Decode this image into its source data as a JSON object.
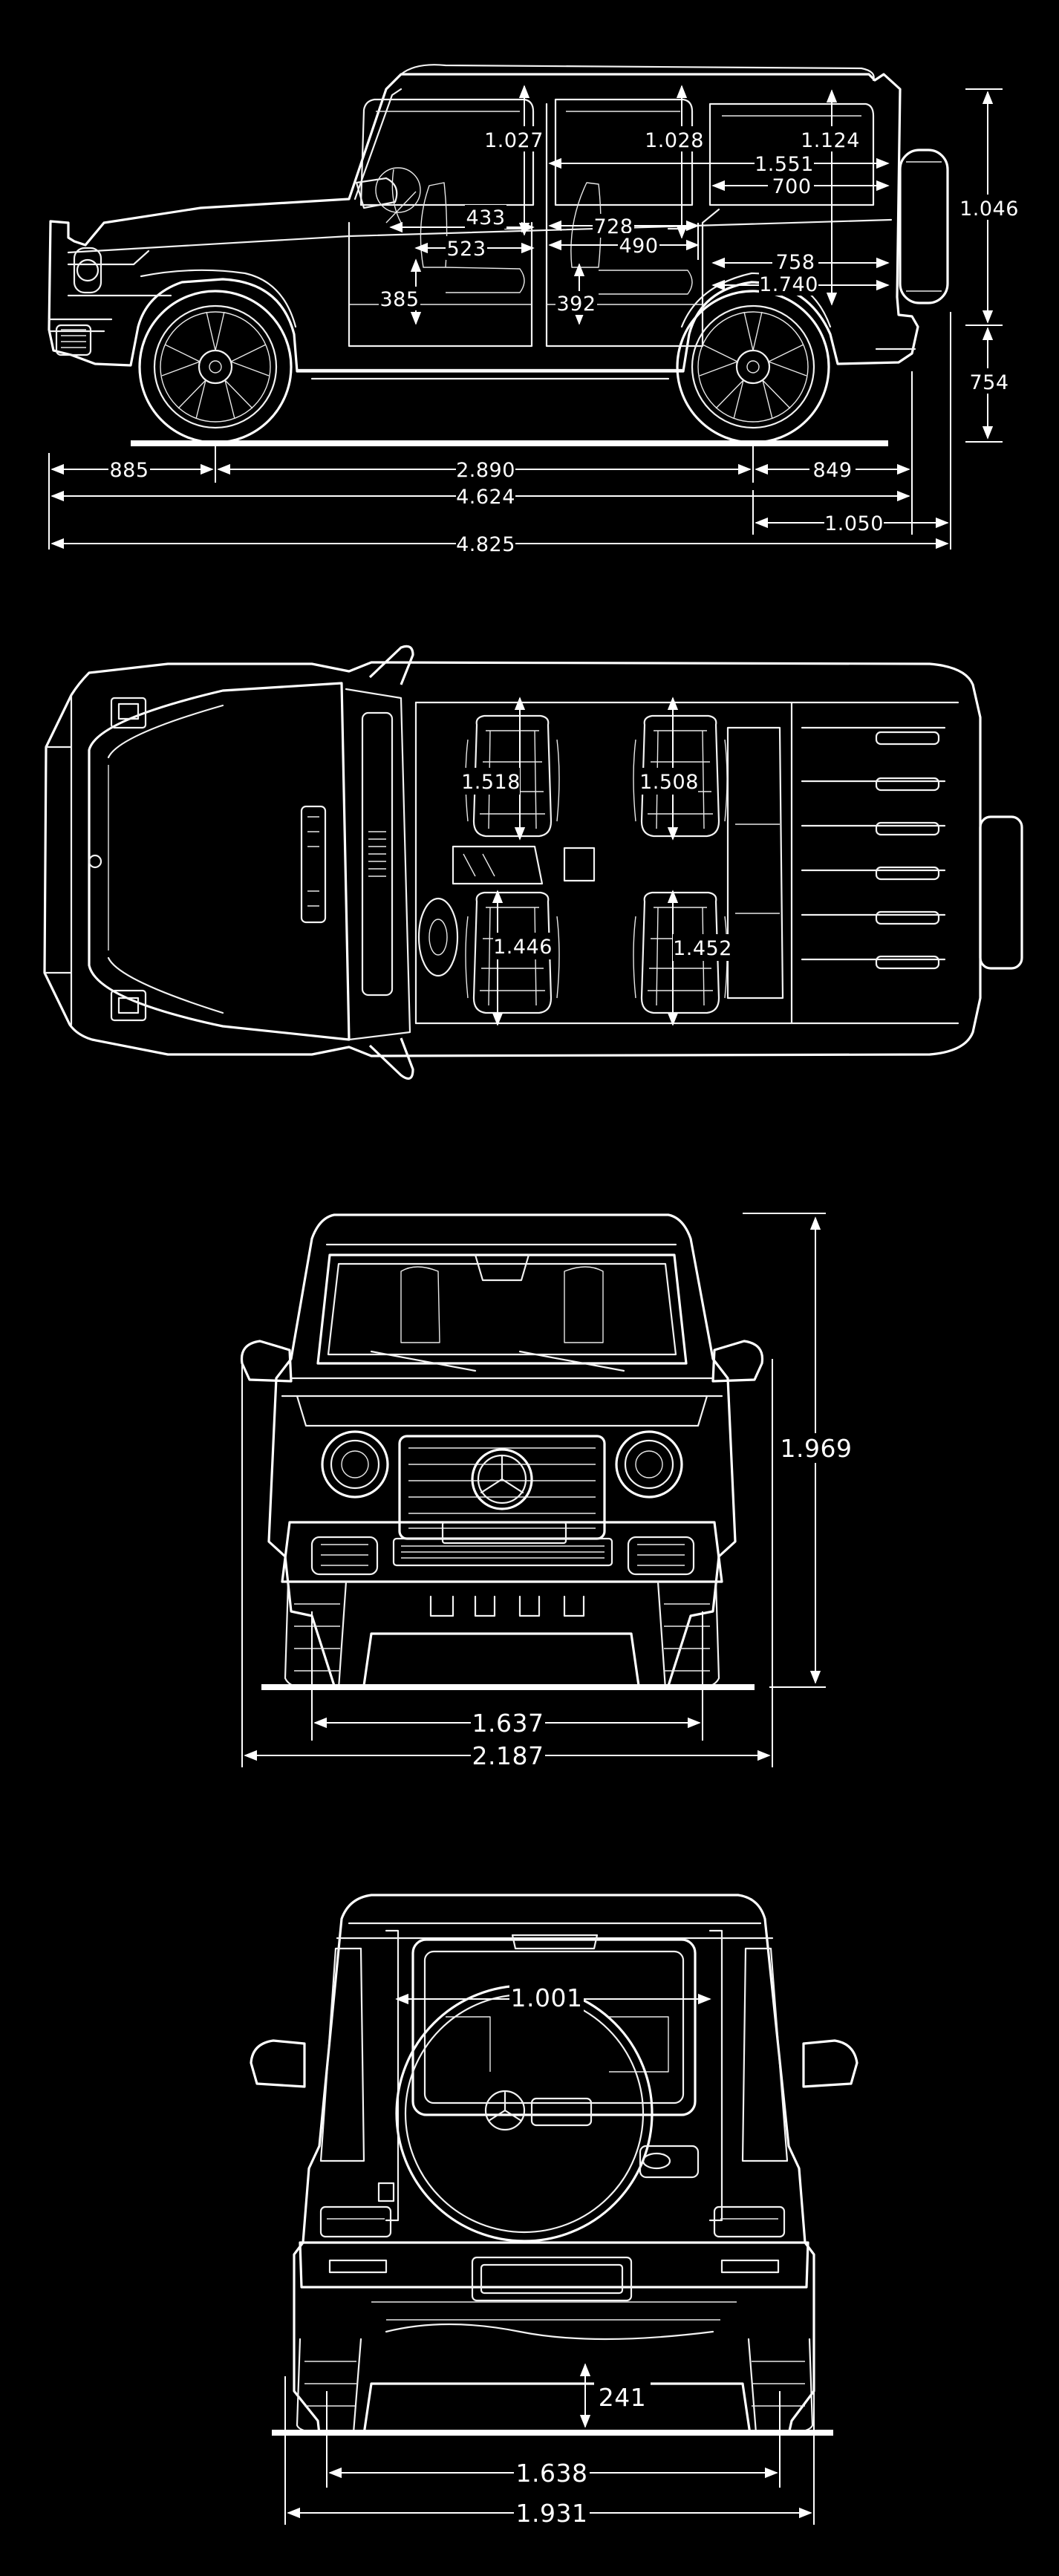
{
  "colors": {
    "background": "#000000",
    "line": "#ffffff"
  },
  "views": {
    "side": {
      "dims": {
        "headroom_front": "1.027",
        "headroom_rear": "1.028",
        "headroom_cargo": "1.124",
        "cargo_length_upper": "1.551",
        "cargo_width_upper": "700",
        "height_upper": "1.046",
        "height_lower": "754",
        "front_seat_depth": "433",
        "front_seat_length": "523",
        "front_seat_height": "385",
        "rear_seat_depth": "728",
        "rear_seat_length": "490",
        "rear_seat_height": "392",
        "cargo_floor_length": "758",
        "cargo_total_length": "1.740",
        "front_overhang": "885",
        "wheelbase": "2.890",
        "rear_overhang": "849",
        "length": "4.624",
        "rear_overhang_spare": "1.050",
        "length_total": "4.825"
      }
    },
    "top": {
      "dims": {
        "shoulder_front": "1.518",
        "shoulder_rear": "1.508",
        "elbow_front": "1.446",
        "elbow_rear": "1.452"
      }
    },
    "front": {
      "dims": {
        "height": "1.969",
        "track_front": "1.637",
        "width_mirrors": "2.187"
      }
    },
    "rear": {
      "dims": {
        "window_width": "1.001",
        "ground_clearance": "241",
        "track_rear": "1.638",
        "width": "1.931"
      }
    }
  }
}
